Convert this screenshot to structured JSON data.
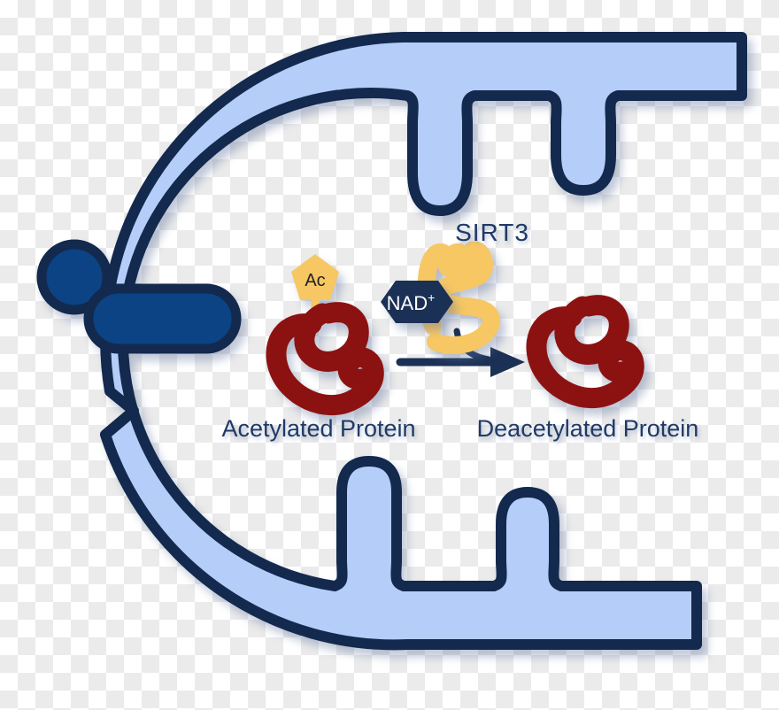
{
  "figure": {
    "enzyme_label": "SIRT3",
    "cofactor_label": "NAD",
    "cofactor_superscript": "+",
    "acetyl_group_label": "Ac",
    "substrate_label": "Acetylated Protein",
    "product_label": "Deacetylated Protein"
  },
  "colors": {
    "membrane-fill": "#b5cdf9",
    "membrane-outline": "#13294e",
    "transporter-fill": "#0b4384",
    "enzyme-gold": "#f6c763",
    "protein-red": "#8c1212",
    "navy-text": "#1f3a66",
    "nad-hex-fill": "#1b3055",
    "nad-text": "#ffffff",
    "tag-text": "#222222",
    "checker-gray": "#ebebeb",
    "checker-white": "#ffffff"
  }
}
